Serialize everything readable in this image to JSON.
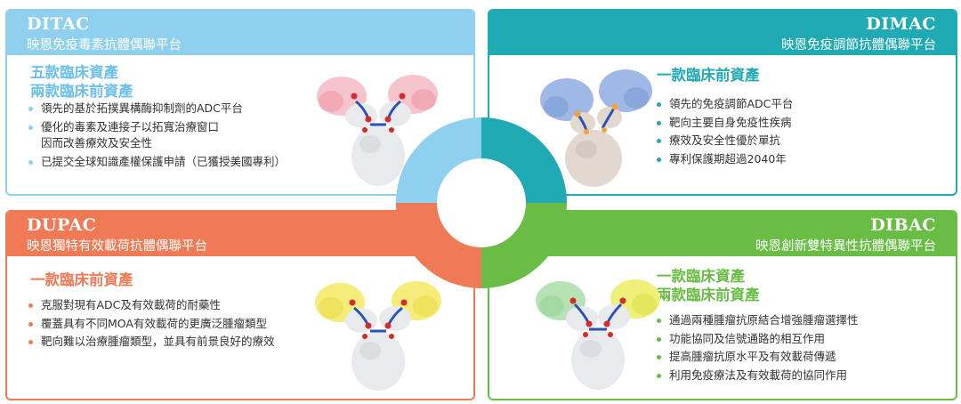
{
  "colors": {
    "ditac": "#8fd0ef",
    "dimac": "#20aab3",
    "dupac": "#ef7a55",
    "dibac": "#69bd45"
  },
  "panels": {
    "ditac": {
      "abbr": "DITAC",
      "subtitle": "映恩免疫毒素抗體偶聯平台",
      "headline": [
        "五款臨床資產",
        "兩款臨床前資產"
      ],
      "bullets": [
        "領先的基於拓撲異構酶抑制劑的ADC平台",
        "優化的毒素及連接子以拓寬治療窗口",
        "因而改善療效及安全性",
        "已提交全球知識產權保護申請（已獲授美國專利）"
      ]
    },
    "dimac": {
      "abbr": "DIMAC",
      "subtitle": "映恩免疫調節抗體偶聯平台",
      "headline": [
        "一款臨床前資產"
      ],
      "bullets": [
        "領先的免疫調節ADC平台",
        "靶向主要自身免疫性疾病",
        "療效及安全性優於單抗",
        "專利保護期超過2040年"
      ]
    },
    "dupac": {
      "abbr": "DUPAC",
      "subtitle": "映恩獨特有效載荷抗體偶聯平台",
      "headline": [
        "一款臨床前資產"
      ],
      "bullets": [
        "克服對現有ADC及有效載荷的耐藥性",
        "覆蓋具有不同MOA有效載荷的更廣泛腫瘤類型",
        "靶向難以治療腫瘤類型，並具有前景良好的療效"
      ]
    },
    "dibac": {
      "abbr": "DIBAC",
      "subtitle": "映恩創新雙特異性抗體偶聯平台",
      "headline": [
        "一款臨床資產",
        "兩款臨床前資產"
      ],
      "bullets": [
        "通過兩種腫瘤抗原結合增強腫瘤選擇性",
        "功能協同及信號通路的相互作用",
        "提高腫瘤抗原水平及有效載荷傳遞",
        "利用免疫療法及有效載荷的協同作用"
      ]
    }
  },
  "antibodies": {
    "ditac": {
      "arm_color": "#f6c4cc",
      "body_color": "#e9eaee",
      "marker_color": "#d62b2b"
    },
    "dimac": {
      "arm_color": "#9fb8e6",
      "body_color": "#e2d8d0",
      "marker_color": "#f0a43a"
    },
    "dupac": {
      "arm_color": "#f5ec7a",
      "body_color": "#e9eaee",
      "marker_color": "#d62b2b"
    },
    "dibac": {
      "arm_color": "#b7e2b6",
      "arm_color_2": "#eef07a",
      "body_color": "#e9eaee",
      "marker_color": "#d62b2b"
    }
  }
}
